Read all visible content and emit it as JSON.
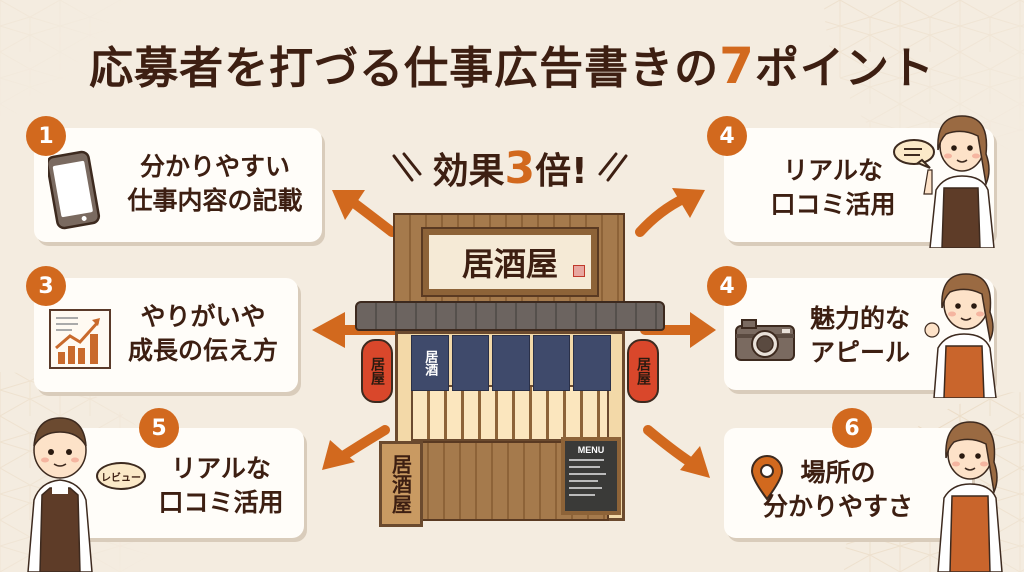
{
  "title": {
    "prefix": "応募者を打づる仕事広告書きの",
    "number": "7",
    "suffix": "ポイント"
  },
  "headline": {
    "prefix": "効果",
    "number": "3",
    "suffix": "倍!"
  },
  "colors": {
    "accent": "#d2691e",
    "text": "#3d1f12",
    "background": "#f4ece0",
    "card": "#fffdf9",
    "noren": "#3f4a6b",
    "lantern": "#d9472b"
  },
  "points": [
    {
      "badge": "1",
      "line1": "分かりやすい",
      "line2": "仕事内容の記載",
      "icon": "smartphone-icon"
    },
    {
      "badge": "3",
      "line1": "やりがいや",
      "line2": "成長の伝え方",
      "icon": "growth-chart-icon"
    },
    {
      "badge": "5",
      "line1": "リアルな",
      "line2": "口コミ活用",
      "icon": "review-bubble-icon",
      "bubble_text": "レビュー"
    },
    {
      "badge": "4",
      "line1": "リアルな",
      "line2": "口コミ活用",
      "icon": "speech-bubble-icon"
    },
    {
      "badge": "4",
      "line1": "魅力的な",
      "line2": "アピール",
      "icon": "camera-icon"
    },
    {
      "badge": "6",
      "line1": "場所の",
      "line2": "分かりやすさ",
      "icon": "map-pin-icon"
    }
  ],
  "shop": {
    "sign": "居酒屋",
    "noren": "居酒",
    "lantern_left": "居屋",
    "lantern_right": "居屋",
    "standing_sign": "居酒屋",
    "menu_title": "MENU"
  }
}
